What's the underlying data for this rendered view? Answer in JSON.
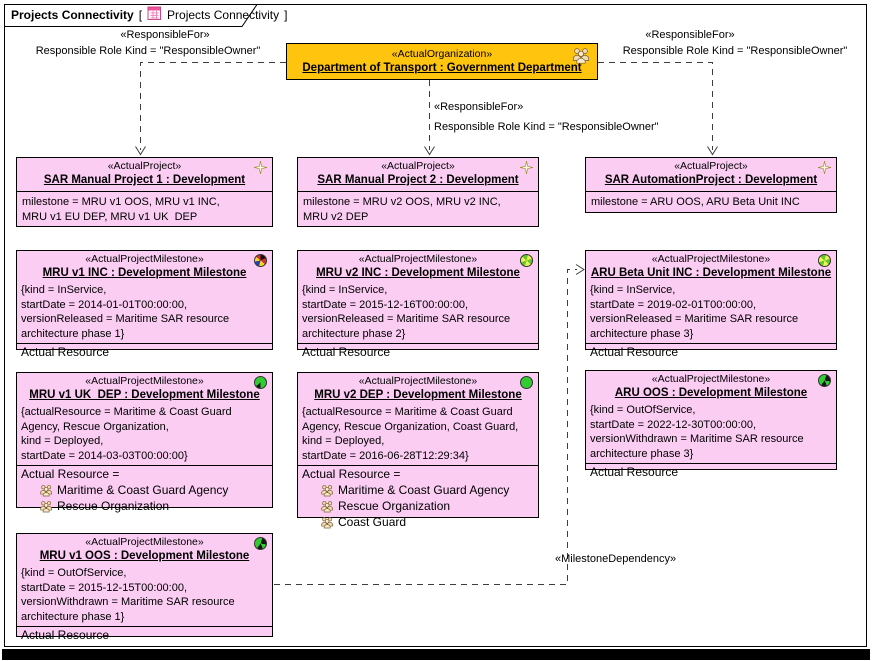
{
  "tab": {
    "title": "Projects Connectivity",
    "bracket_open": "[",
    "icon": "diagram-icon",
    "diagram_name": "Projects Connectivity",
    "bracket_close": "]"
  },
  "organization": {
    "stereotype": "«ActualOrganization»",
    "name": "Department of Transport : Government Department",
    "icon": "people-group-icon"
  },
  "connectors": {
    "responsible_for_left": {
      "stereotype": "«ResponsibleFor»",
      "role_kind": "Responsible Role Kind = \"ResponsibleOwner\""
    },
    "responsible_for_center": {
      "stereotype": "«ResponsibleFor»",
      "role_kind": "Responsible Role Kind = \"ResponsibleOwner\""
    },
    "responsible_for_right": {
      "stereotype": "«ResponsibleFor»",
      "role_kind": "Responsible Role Kind = \"ResponsibleOwner\""
    },
    "milestone_dependency": {
      "stereotype": "«MilestoneDependency»"
    }
  },
  "projects": [
    {
      "stereotype": "«ActualProject»",
      "icon": "sparkle-icon",
      "name": "SAR Manual Project 1 : Development",
      "attributes": "milestone = MRU v1 OOS, MRU v1 INC,\nMRU v1 EU DEP, MRU v1 UK  DEP"
    },
    {
      "stereotype": "«ActualProject»",
      "icon": "sparkle-icon",
      "name": "SAR Manual Project 2 : Development",
      "attributes": "milestone = MRU v2 OOS, MRU v2 INC,\nMRU v2 DEP"
    },
    {
      "stereotype": "«ActualProject»",
      "icon": "sparkle-icon",
      "name": "SAR AutomationProject : Development",
      "attributes": "milestone = ARU OOS, ARU Beta Unit INC"
    }
  ],
  "milestones": [
    {
      "stereotype": "«ActualProjectMilestone»",
      "icon": "pinwheel-multicolor-icon",
      "name": "MRU v1 INC : Development Milestone",
      "properties": "{kind = InService,\nstartDate = 2014-01-01T00:00:00,\nversionReleased = Maritime SAR resource\narchitecture phase 1}",
      "compartment_label": "Actual Resource",
      "resources": []
    },
    {
      "stereotype": "«ActualProjectMilestone»",
      "icon": "pinwheel-green-yellow-icon",
      "name": "MRU v2 INC : Development Milestone",
      "properties": "{kind = InService,\nstartDate = 2015-12-16T00:00:00,\nversionReleased = Maritime SAR resource\narchitecture phase 2}",
      "compartment_label": "Actual Resource",
      "resources": []
    },
    {
      "stereotype": "«ActualProjectMilestone»",
      "icon": "pinwheel-green-yellow-icon",
      "name": "ARU Beta Unit INC : Development Milestone",
      "properties": "{kind = InService,\nstartDate = 2019-02-01T00:00:00,\nversionReleased = Maritime SAR resource\narchitecture phase 3}",
      "compartment_label": "Actual Resource",
      "resources": []
    },
    {
      "stereotype": "«ActualProjectMilestone»",
      "icon": "pie-green-notch-icon",
      "name": "MRU v1 UK  DEP : Development Milestone",
      "properties": "{actualResource = Maritime & Coast Guard\nAgency, Rescue Organization,\nkind = Deployed,\nstartDate = 2014-03-03T00:00:00}",
      "compartment_label": "Actual Resource =",
      "resources": [
        "Maritime & Coast Guard Agency",
        "Rescue Organization"
      ]
    },
    {
      "stereotype": "«ActualProjectMilestone»",
      "icon": "circle-green-icon",
      "name": "MRU v2 DEP : Development Milestone",
      "properties": "{actualResource = Maritime & Coast Guard\nAgency, Rescue Organization, Coast Guard,\nkind = Deployed,\nstartDate = 2016-06-28T12:29:34}",
      "compartment_label": "Actual Resource =",
      "resources": [
        "Maritime & Coast Guard Agency",
        "Rescue Organization",
        "Coast Guard"
      ]
    },
    {
      "stereotype": "«ActualProjectMilestone»",
      "icon": "pie-green-black-icon",
      "name": "ARU OOS : Development Milestone",
      "properties": "{kind = OutOfService,\nstartDate = 2022-12-30T00:00:00,\nversionWithdrawn = Maritime SAR resource\narchitecture phase 3}",
      "compartment_label": "Actual Resource",
      "resources": []
    },
    {
      "stereotype": "«ActualProjectMilestone»",
      "icon": "pie-green-black-icon",
      "name": "MRU v1 OOS : Development Milestone",
      "properties": "{kind = OutOfService,\nstartDate = 2015-12-15T00:00:00,\nversionWithdrawn = Maritime SAR resource\narchitecture phase 1}",
      "compartment_label": "Actual Resource",
      "resources": []
    }
  ],
  "colors": {
    "organization_fill": "#ffc40d",
    "node_fill": "#fbcdf3",
    "line": "#3d3d3d"
  }
}
